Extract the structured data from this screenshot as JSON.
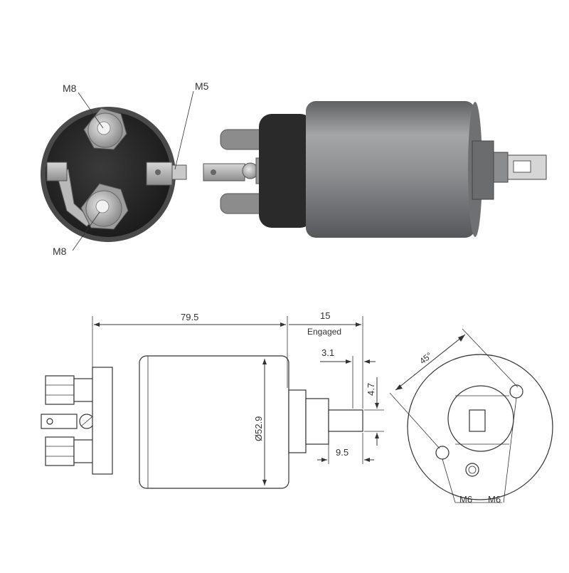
{
  "photo_end_view": {
    "label_top": "M8",
    "label_right": "M5",
    "label_bottom": "M8"
  },
  "drawing_side_view": {
    "dim_length": "79.5",
    "dim_engaged_value": "15",
    "dim_engaged_text": "Engaged",
    "dim_plunger_offset": "3.1",
    "dim_plunger_height": "4.7",
    "dim_plunger_length": "9.5",
    "dim_diameter": "Ø52.9"
  },
  "drawing_end_view": {
    "dim_angle": "45°",
    "label_left": "M6",
    "label_right": "M6"
  },
  "colors": {
    "body_metal": "#8e9092",
    "cap_black": "#2b2b2b",
    "line": "#333333"
  }
}
